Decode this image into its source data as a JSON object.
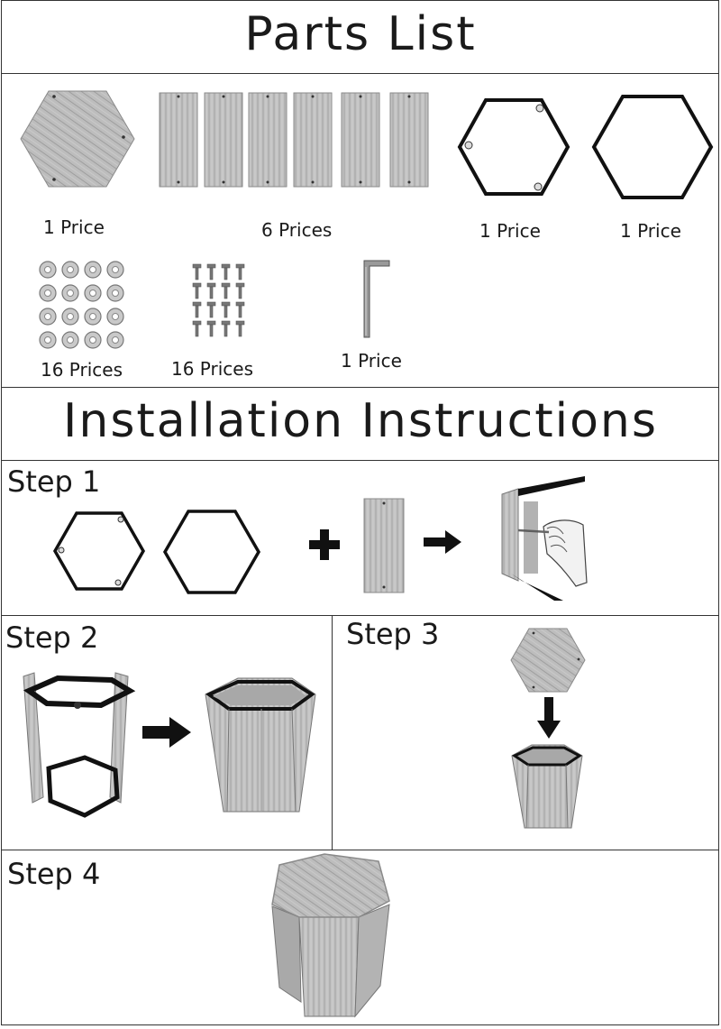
{
  "parts_title": "Parts List",
  "install_title": "Installation Instructions",
  "parts": [
    {
      "name": "hexagon-panel",
      "qty": "1 Price"
    },
    {
      "name": "wood-slats",
      "qty": "6 Prices"
    },
    {
      "name": "hex-frame-with-holes",
      "qty": "1 Price"
    },
    {
      "name": "hex-frame",
      "qty": "1 Price"
    },
    {
      "name": "washers",
      "qty": "16 Prices"
    },
    {
      "name": "screws",
      "qty": "16 Prices"
    },
    {
      "name": "allen-key",
      "qty": "1 Price"
    }
  ],
  "steps": [
    "Step 1",
    "Step 2",
    "Step 3",
    "Step 4"
  ],
  "colors": {
    "frame": "#111111",
    "wood": "#b9b9b9",
    "wood_dark": "#8f8f8f",
    "rule": "#333333"
  }
}
